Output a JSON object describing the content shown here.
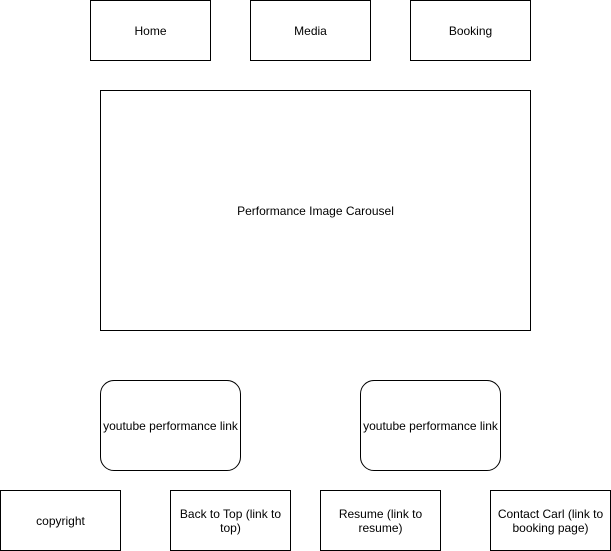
{
  "nav": {
    "home": "Home",
    "media": "Media",
    "booking": "Booking"
  },
  "carousel": {
    "label": "Performance Image Carousel"
  },
  "videos": [
    {
      "label": "youtube performance link"
    },
    {
      "label": "youtube performance link"
    }
  ],
  "footer": {
    "copyright": "copyright",
    "back_to_top": "Back to Top (link to top)",
    "resume": "Resume (link to resume)",
    "contact": "Contact Carl (link to booking page)"
  }
}
